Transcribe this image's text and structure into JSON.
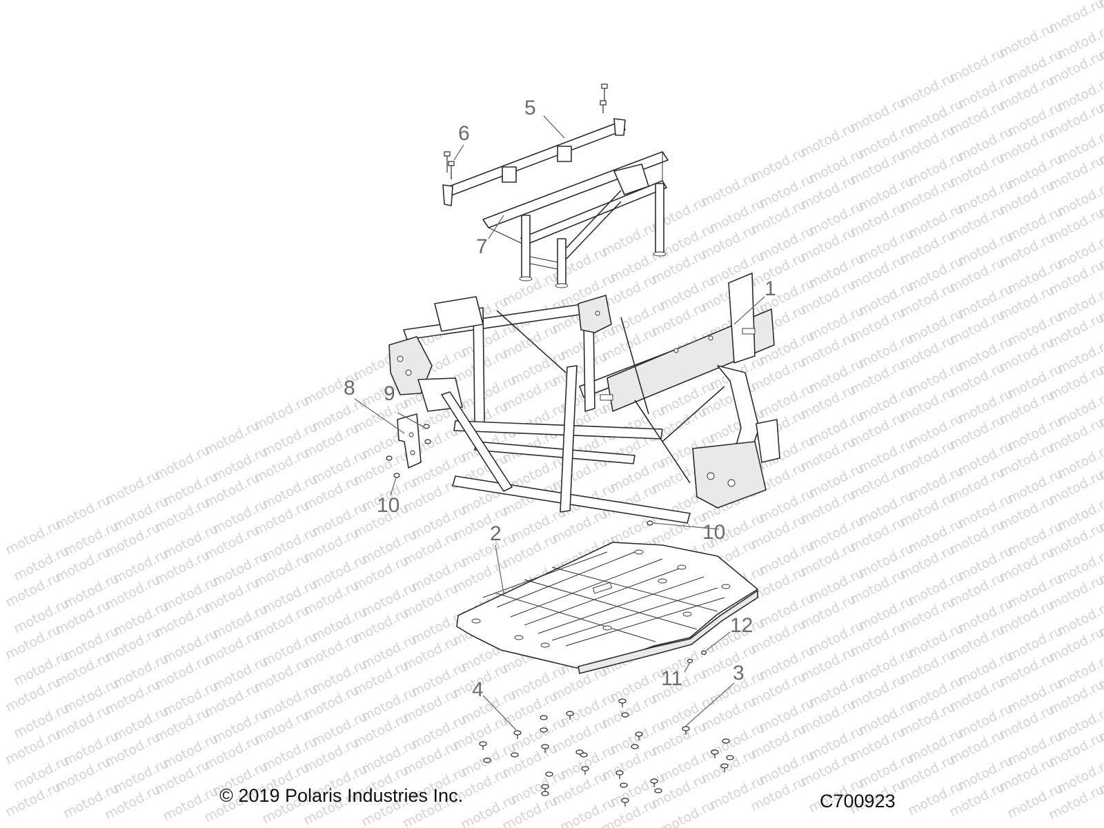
{
  "watermark": "motod.ru",
  "copyright": "© 2019 Polaris Industries Inc.",
  "drawing_number": "C700923",
  "callouts": [
    "1",
    "2",
    "3",
    "4",
    "5",
    "6",
    "7",
    "8",
    "9",
    "10",
    "10",
    "11",
    "12"
  ],
  "colors": {
    "line": "#2a2a2a",
    "callout": "#6b6b6b",
    "watermark": "#d3d3d3",
    "background": "#ffffff"
  }
}
